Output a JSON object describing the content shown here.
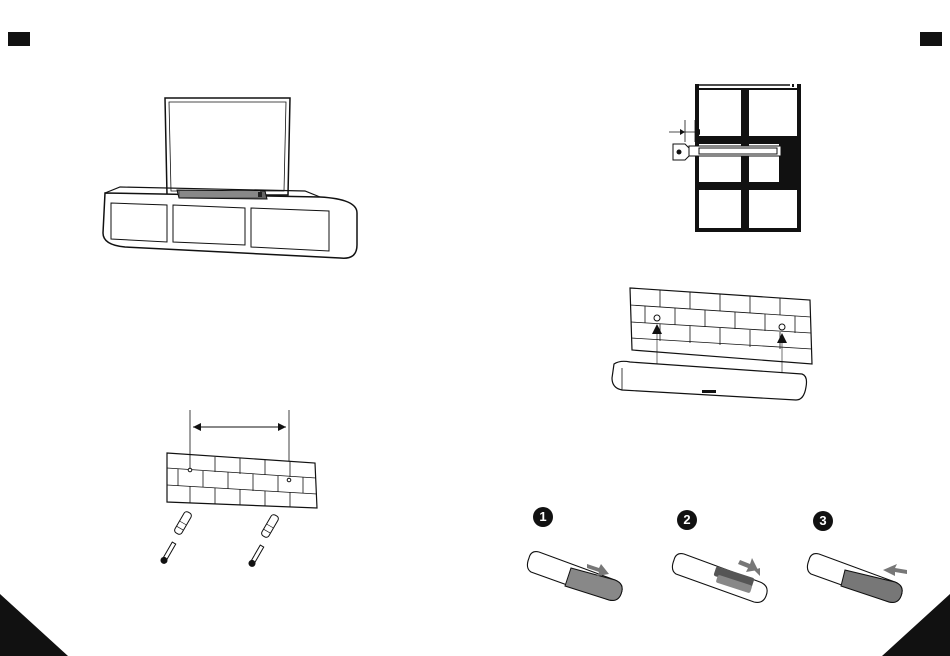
{
  "steps": [
    {
      "number": "1"
    },
    {
      "number": "2"
    },
    {
      "number": "3"
    }
  ],
  "colors": {
    "ink": "#111111",
    "paper": "#ffffff",
    "gray": "#8a8a8a",
    "dark_gray": "#555555"
  },
  "illustrations": [
    "tv-with-soundbar-on-stand",
    "wall-drill-hole-spacing",
    "wall-plugs-and-screws",
    "bracket-wall-clearance",
    "soundbar-hanging-on-wall-screws",
    "remote-battery-cover-open",
    "remote-battery-insert",
    "remote-battery-cover-close"
  ]
}
